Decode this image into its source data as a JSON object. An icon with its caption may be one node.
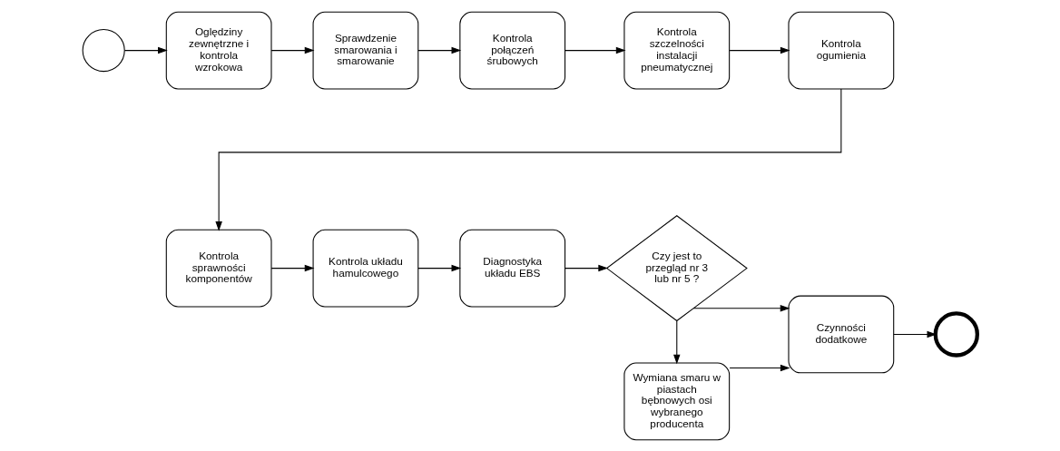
{
  "diagram": {
    "nodes": [
      {
        "text": [],
        "shape": "circle"
      },
      {
        "text": [
          "Oględziny zewnętrzne i kontrola wzrokowa"
        ]
      },
      {
        "text": [
          "Sprawdzenie smarowania i smarowanie"
        ]
      },
      {
        "text": [
          "Kontrola połączeń śrubowych"
        ]
      },
      {
        "text": [
          "Kontrola szczelności instalacji pneumatycznej"
        ]
      },
      {
        "text": [
          "Kontrola ogumienia"
        ]
      },
      {
        "text": [
          "Kontrola sprawności komponentów"
        ]
      },
      {
        "text": [
          "Kontrola układu hamulcowego"
        ]
      },
      {
        "text": [
          "Diagnostyka układu EBS"
        ]
      },
      {
        "text": [
          "Czy jest to przegląd nr 3 lub nr 5 ?"
        ]
      },
      {
        "text": [
          "Czynności dodatkowe"
        ]
      },
      {
        "text": [],
        "shape": "circle"
      },
      {
        "text": [
          "Wymiana smaru w piastach bębnowych osi wybranego producenta"
        ]
      }
    ],
    "edges": [
      {
        "from": 0,
        "to": 1,
        "arrow": "to"
      },
      {
        "from": 1,
        "to": 2,
        "arrow": "to"
      },
      {
        "from": 2,
        "to": 3,
        "arrow": "to"
      },
      {
        "from": 3,
        "to": 4,
        "arrow": "to"
      },
      {
        "from": 4,
        "to": 5,
        "arrow": "to"
      },
      {
        "from": 5,
        "to": 6,
        "arrow": "to"
      },
      {
        "from": 6,
        "to": 7,
        "arrow": "to"
      },
      {
        "from": 7,
        "to": 8,
        "arrow": "to"
      },
      {
        "from": 8,
        "to": 9,
        "arrow": "to"
      },
      {
        "from": 9,
        "to": 10,
        "arrow": "to"
      },
      {
        "from": 10,
        "to": 11,
        "arrow": "to"
      },
      {
        "from": 9,
        "to": 12,
        "arrow": "to"
      },
      {
        "from": 12,
        "to": 10,
        "arrow": "to"
      }
    ]
  }
}
